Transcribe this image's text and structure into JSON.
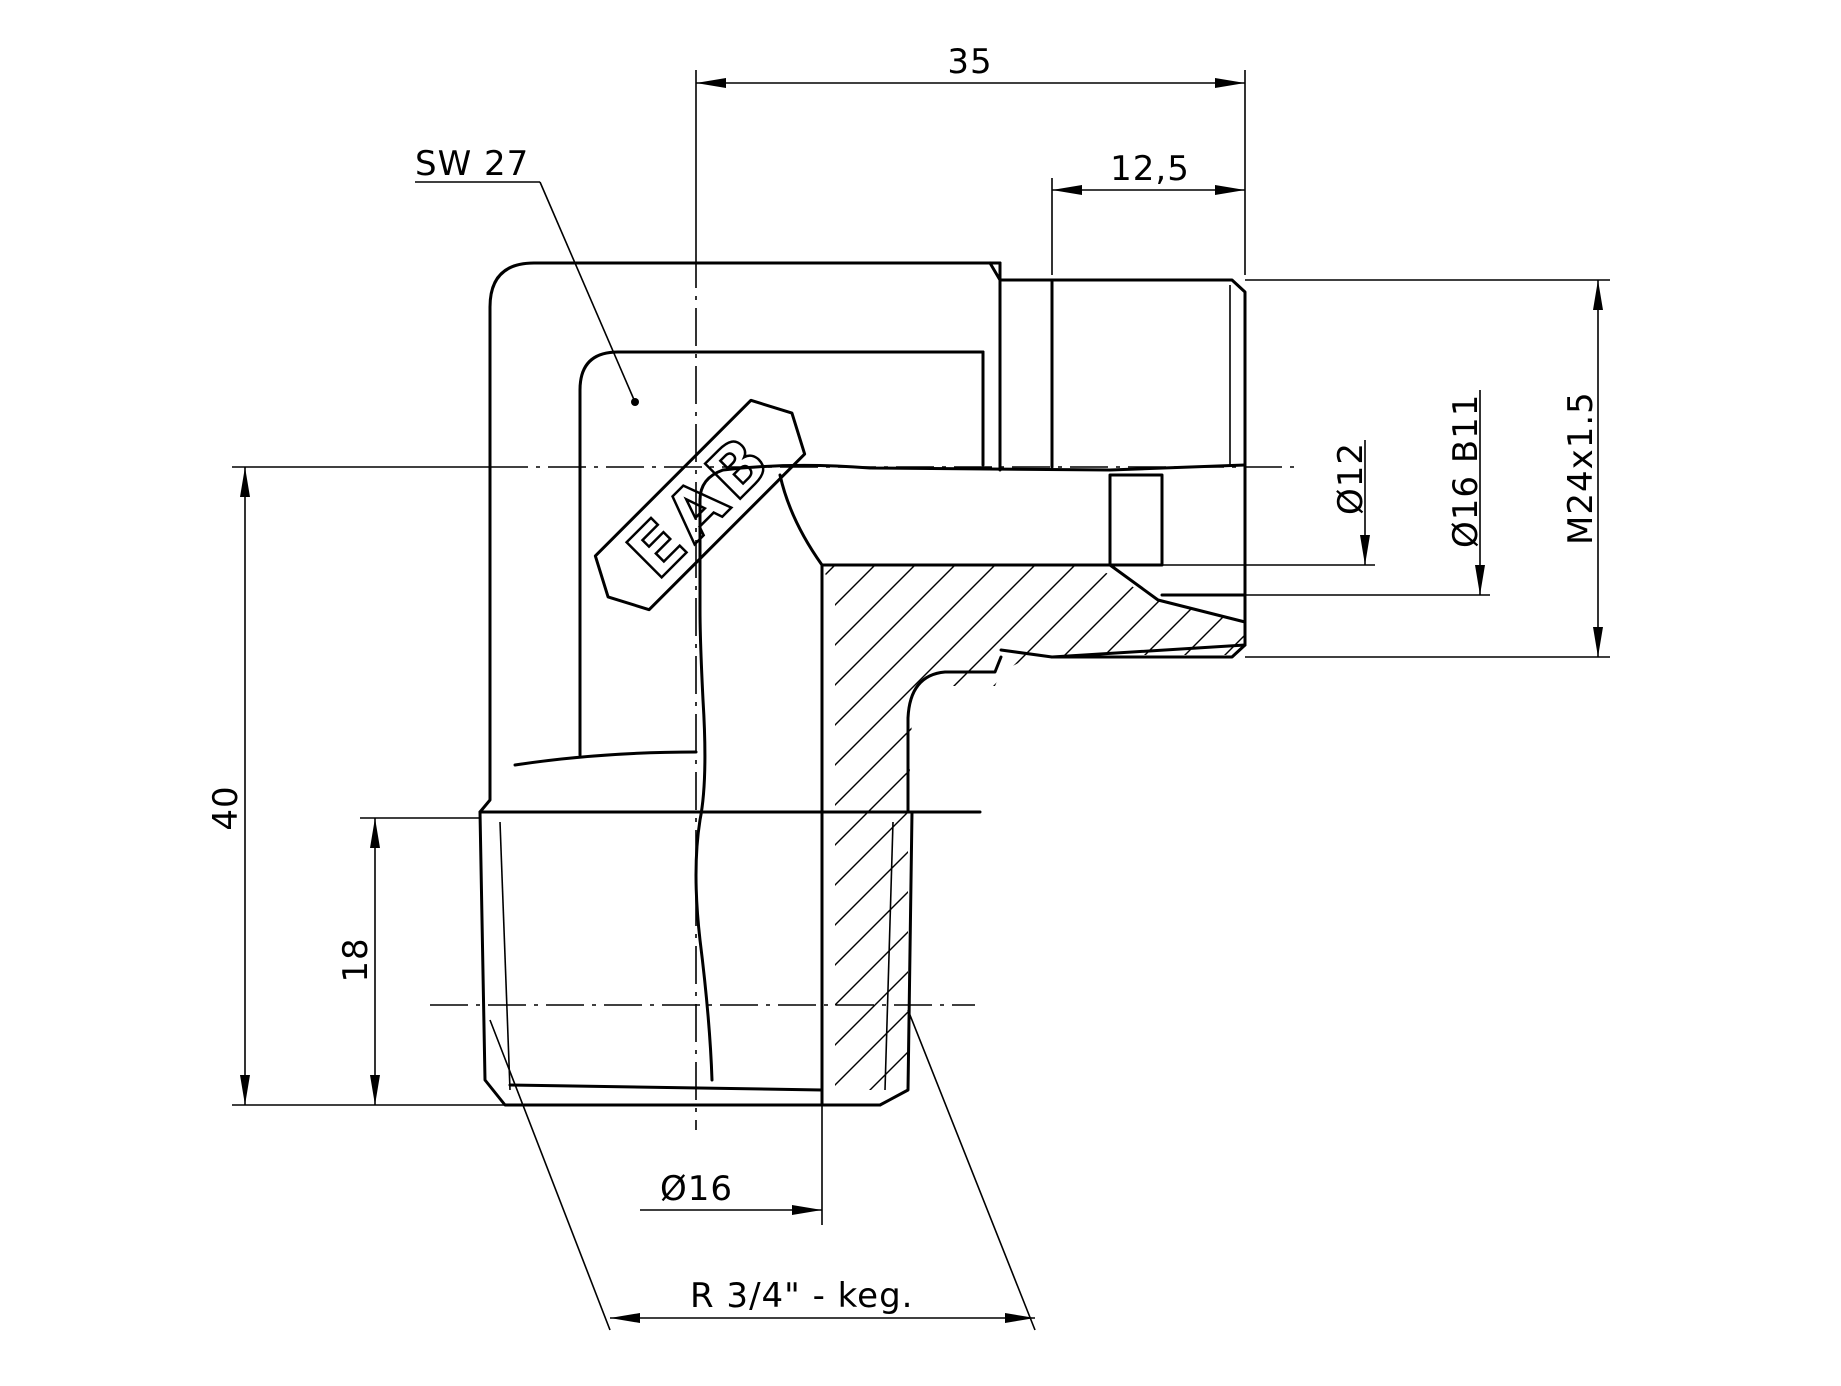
{
  "dimensions": {
    "overall_length": "35",
    "thread_length_side": "12,5",
    "wrench_size": "SW 27",
    "bore_small": "Ø12",
    "bore_large": "Ø16 B11",
    "thread_side": "M24x1.5",
    "overall_height": "40",
    "thread_length_bottom": "18",
    "bore_bottom": "Ø16",
    "thread_bottom": "R 3/4\" - keg."
  },
  "logo": {
    "text": "EAB"
  },
  "colors": {
    "line": "#000000",
    "background": "#ffffff"
  }
}
